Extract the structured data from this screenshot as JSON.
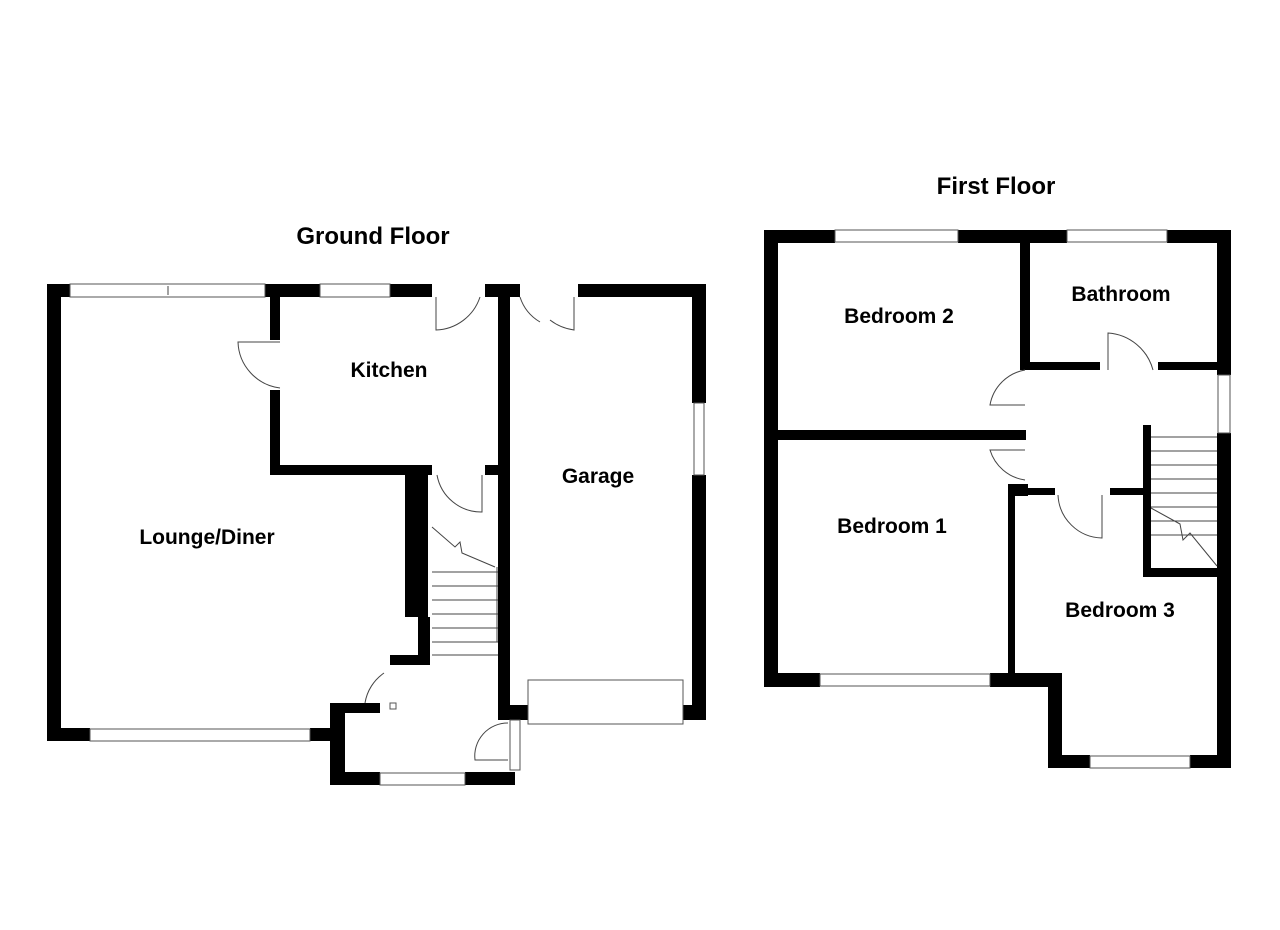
{
  "ground_floor": {
    "title": "Ground Floor",
    "rooms": {
      "lounge": "Lounge/Diner",
      "kitchen": "Kitchen",
      "garage": "Garage"
    }
  },
  "first_floor": {
    "title": "First Floor",
    "rooms": {
      "bedroom1": "Bedroom 1",
      "bedroom2": "Bedroom 2",
      "bedroom3": "Bedroom 3",
      "bathroom": "Bathroom"
    }
  }
}
